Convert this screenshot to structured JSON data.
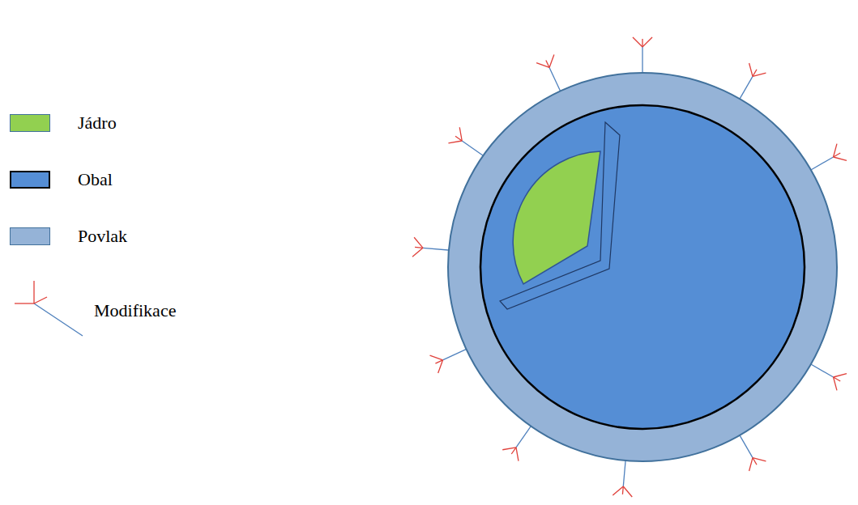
{
  "diagram": {
    "legend": [
      {
        "text": "Jádro",
        "color": "#92d050"
      },
      {
        "text": "Obal",
        "color": "#558ed5"
      },
      {
        "text": "Povlak",
        "color": "#95b3d7"
      },
      {
        "text": "Modifikace"
      }
    ]
  }
}
